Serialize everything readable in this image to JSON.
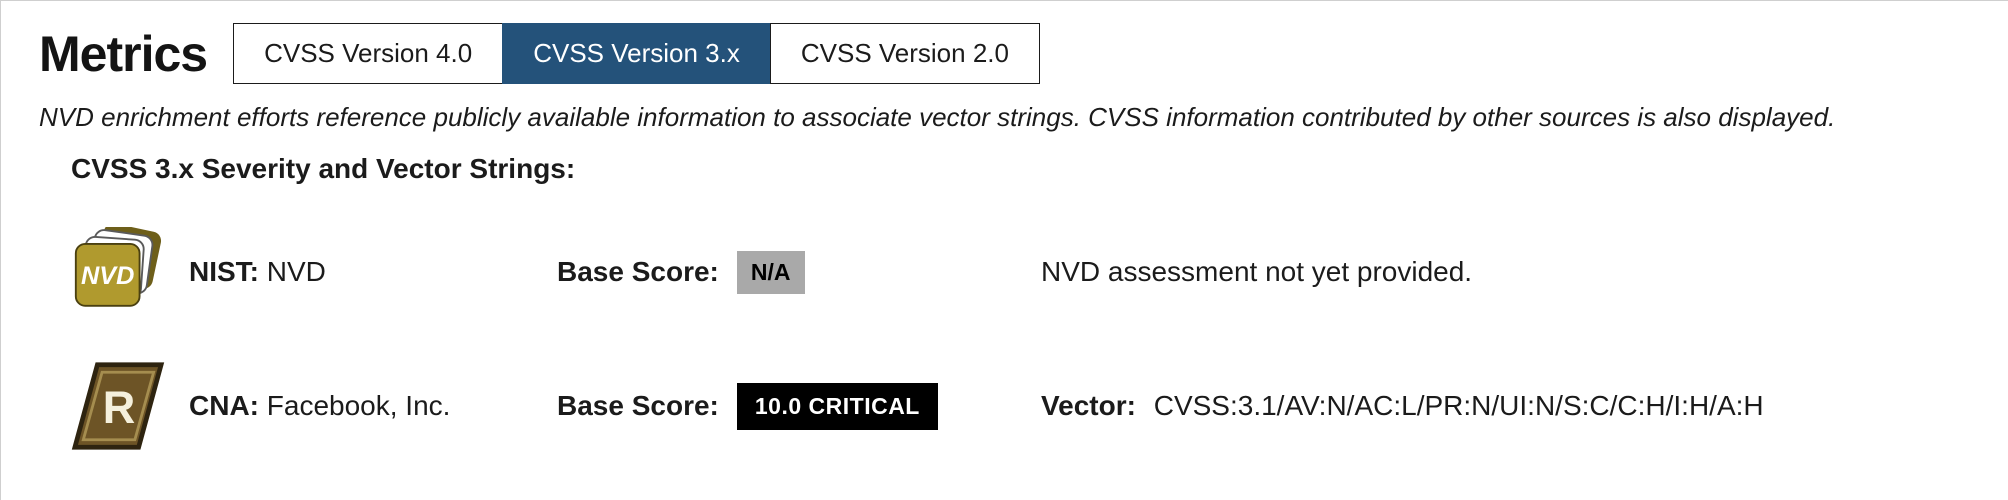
{
  "header": {
    "title": "Metrics",
    "tabs": [
      {
        "label": "CVSS Version 4.0",
        "active": false
      },
      {
        "label": "CVSS Version 3.x",
        "active": true
      },
      {
        "label": "CVSS Version 2.0",
        "active": false
      }
    ]
  },
  "note": "NVD enrichment efforts reference publicly available information to associate vector strings. CVSS information contributed by other sources is also displayed.",
  "section_title": "CVSS 3.x Severity and Vector Strings:",
  "rows": [
    {
      "icon": "nvd-logo-icon",
      "source_label": "NIST:",
      "source_value": "NVD",
      "score_label": "Base Score:",
      "score_value": "N/A",
      "score_severity": "na",
      "detail_label": "",
      "detail_value": "NVD assessment not yet provided."
    },
    {
      "icon": "cna-logo-icon",
      "source_label": "CNA:",
      "source_value": "Facebook, Inc.",
      "score_label": "Base Score:",
      "score_value": "10.0 CRITICAL",
      "score_severity": "critical",
      "detail_label": "Vector:",
      "detail_value": "CVSS:3.1/AV:N/AC:L/PR:N/UI:N/S:C/C:H/I:H/A:H"
    }
  ],
  "colors": {
    "active_tab": "#24527a",
    "na_badge_bg": "#a9a9a9",
    "critical_badge_bg": "#000000",
    "nvd_icon_gold": "#b09a2e",
    "cna_icon_brown": "#6d5426"
  }
}
